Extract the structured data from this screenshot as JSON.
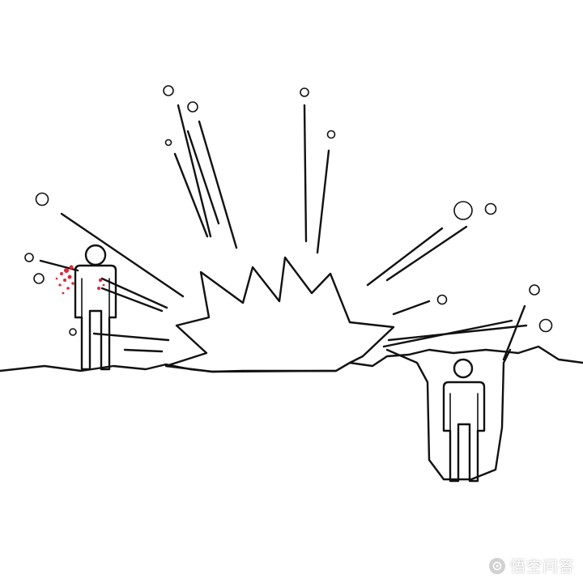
{
  "scene": {
    "blood_color": "#e0283a",
    "figures": [
      "figure-left-wounded",
      "figure-right-in-crater"
    ]
  },
  "watermark": {
    "text": "悟空问答",
    "icon": "wukong-logo-icon"
  }
}
